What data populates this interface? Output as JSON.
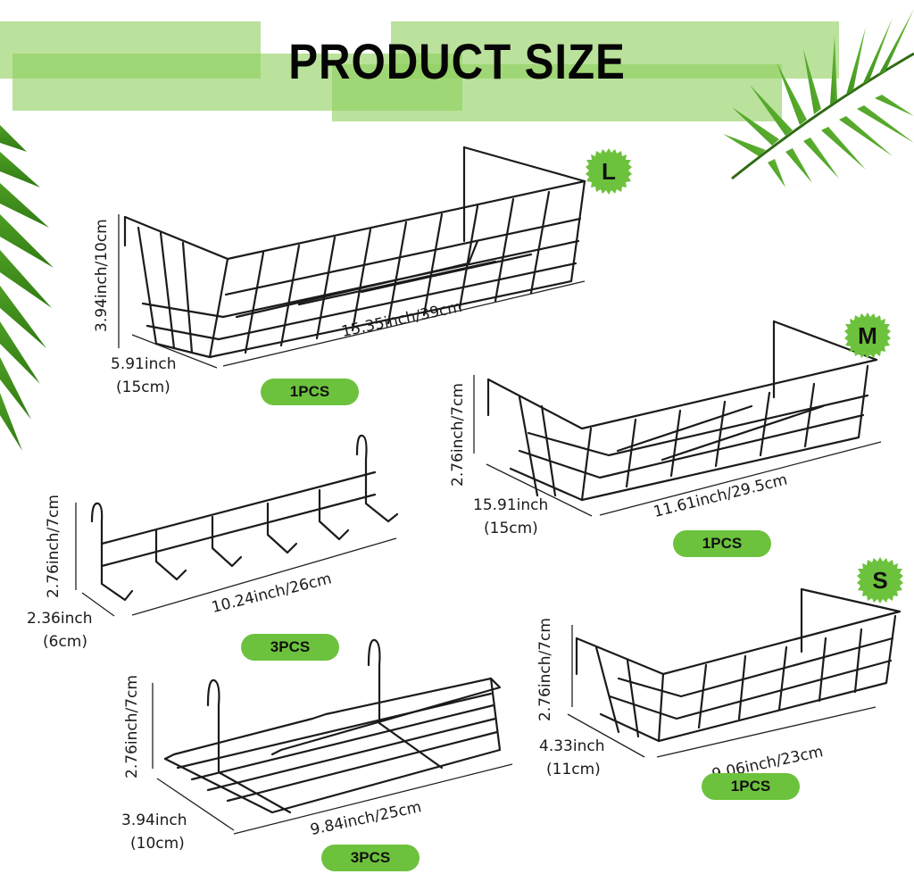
{
  "header": {
    "title": "PRODUCT SIZE"
  },
  "colors": {
    "accent_green": "#6dc23d",
    "band_green": "#8fd160",
    "wire": "#1b1b1b"
  },
  "products": [
    {
      "id": "basket-large",
      "size_badge": "L",
      "height": "3.94inch/10cm",
      "length": "15.35inch/39cm",
      "depth_in": "5.91inch",
      "depth_cm": "(15cm)",
      "quantity": "1PCS"
    },
    {
      "id": "basket-medium",
      "size_badge": "M",
      "height": "2.76inch/7cm",
      "length": "11.61inch/29.5cm",
      "depth_in": "15.91inch",
      "depth_cm": "(15cm)",
      "quantity": "1PCS"
    },
    {
      "id": "hook-rack",
      "height": "2.76inch/7cm",
      "length": "10.24inch/26cm",
      "depth_in": "2.36inch",
      "depth_cm": "(6cm)",
      "quantity": "3PCS"
    },
    {
      "id": "shelf",
      "height": "2.76inch/7cm",
      "length": "9.84inch/25cm",
      "depth_in": "3.94inch",
      "depth_cm": "(10cm)",
      "quantity": "3PCS"
    },
    {
      "id": "basket-small",
      "size_badge": "S",
      "height": "2.76inch/7cm",
      "length": "9.06inch/23cm",
      "depth_in": "4.33inch",
      "depth_cm": "(11cm)",
      "quantity": "1PCS"
    }
  ]
}
